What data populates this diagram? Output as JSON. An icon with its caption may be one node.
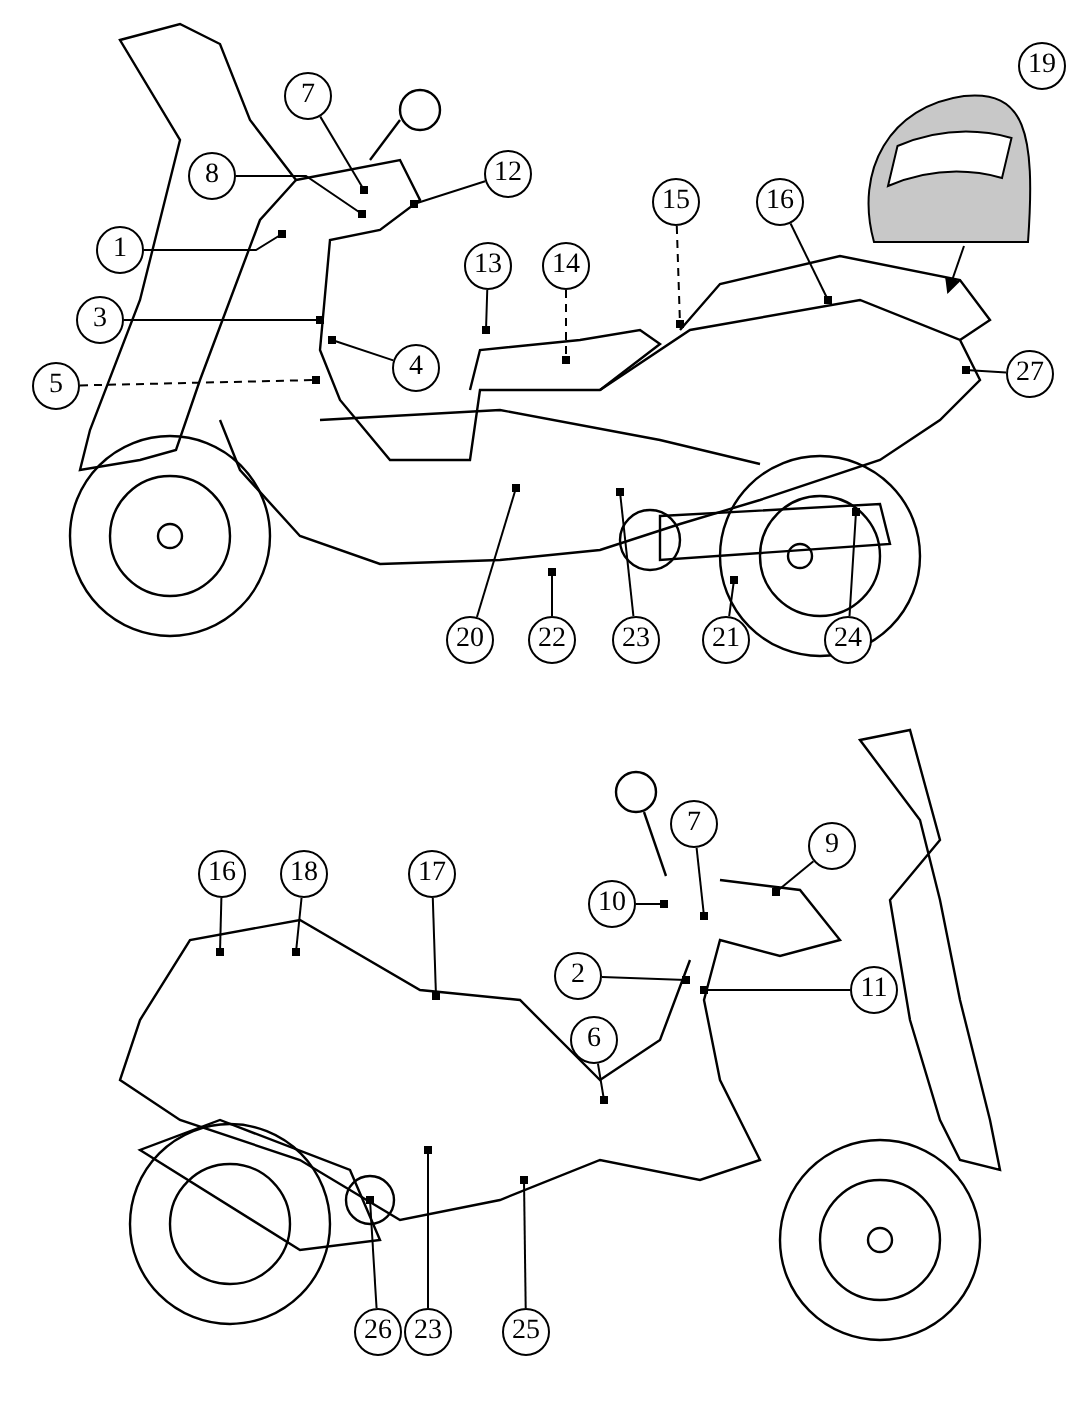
{
  "diagram": {
    "nodes": [
      {
        "text": [
          "7"
        ]
      },
      {
        "text": [
          "12"
        ]
      },
      {
        "text": [
          "19"
        ]
      },
      {
        "text": [],
        "shape": "picture"
      },
      {
        "text": [
          "8"
        ]
      },
      {
        "text": [
          "1"
        ]
      },
      {
        "text": [
          "15"
        ]
      },
      {
        "text": [
          "16"
        ]
      },
      {
        "text": [
          "13"
        ]
      },
      {
        "text": [
          "14"
        ]
      },
      {
        "text": [
          "3"
        ]
      },
      {
        "text": [
          "4"
        ]
      },
      {
        "text": [
          "5"
        ]
      },
      {
        "text": [
          "27"
        ]
      },
      {
        "text": [
          "20"
        ]
      },
      {
        "text": [
          "22"
        ]
      },
      {
        "text": [
          "23"
        ]
      },
      {
        "text": [
          "21"
        ]
      },
      {
        "text": [
          "24"
        ]
      },
      {
        "text": [
          "7"
        ]
      },
      {
        "text": [
          "9"
        ]
      },
      {
        "text": [
          "16"
        ]
      },
      {
        "text": [
          "18"
        ]
      },
      {
        "text": [
          "17"
        ]
      },
      {
        "text": [
          "10"
        ]
      },
      {
        "text": [
          "2"
        ]
      },
      {
        "text": [
          "11"
        ]
      },
      {
        "text": [
          "6"
        ]
      },
      {
        "text": [
          "26"
        ]
      },
      {
        "text": [
          "23"
        ]
      },
      {
        "text": [
          "25"
        ]
      }
    ],
    "edges": [
      {
        "from": 0,
        "to": null,
        "arrow": "other"
      },
      {
        "from": 1,
        "to": null,
        "arrow": "other"
      },
      {
        "from": 3,
        "to": null,
        "arrow": "to"
      },
      {
        "from": 4,
        "to": null,
        "arrow": "other"
      },
      {
        "from": 5,
        "to": null,
        "arrow": "other"
      },
      {
        "from": 6,
        "to": null,
        "arrow": "other",
        "style": "dashed"
      },
      {
        "from": 7,
        "to": null,
        "arrow": "other"
      },
      {
        "from": 8,
        "to": null,
        "arrow": "other"
      },
      {
        "from": 9,
        "to": null,
        "arrow": "other",
        "style": "dashed"
      },
      {
        "from": 10,
        "to": null,
        "arrow": "other"
      },
      {
        "from": 11,
        "to": null,
        "arrow": "other"
      },
      {
        "from": 12,
        "to": null,
        "arrow": "other",
        "style": "dashed"
      },
      {
        "from": 13,
        "to": null,
        "arrow": "other"
      },
      {
        "from": 14,
        "to": null,
        "arrow": "other"
      },
      {
        "from": 15,
        "to": null,
        "arrow": "other"
      },
      {
        "from": 16,
        "to": null,
        "arrow": "other"
      },
      {
        "from": 17,
        "to": null,
        "arrow": "other"
      },
      {
        "from": 18,
        "to": null,
        "arrow": "other"
      },
      {
        "from": 19,
        "to": null,
        "arrow": "other"
      },
      {
        "from": 20,
        "to": null,
        "arrow": "other"
      },
      {
        "from": 21,
        "to": null,
        "arrow": "other"
      },
      {
        "from": 22,
        "to": null,
        "arrow": "other"
      },
      {
        "from": 23,
        "to": null,
        "arrow": "other"
      },
      {
        "from": 24,
        "to": null,
        "arrow": "other"
      },
      {
        "from": 25,
        "to": null,
        "arrow": "other"
      },
      {
        "from": 26,
        "to": null,
        "arrow": "other"
      },
      {
        "from": 27,
        "to": null,
        "arrow": "other"
      },
      {
        "from": 28,
        "to": null,
        "arrow": "other"
      },
      {
        "from": 29,
        "to": null,
        "arrow": "other"
      },
      {
        "from": 30,
        "to": null,
        "arrow": "other"
      }
    ]
  }
}
